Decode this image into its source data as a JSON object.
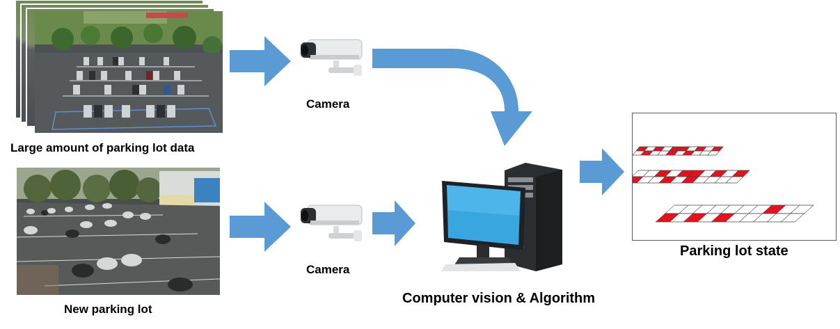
{
  "labels": {
    "training_data": "Large amount of parking lot data",
    "new_lot": "New parking lot",
    "camera_top": "Camera",
    "camera_bottom": "Camera",
    "computer": "Computer vision & Algorithm",
    "state": "Parking lot state"
  },
  "icons": {
    "camera": "security-camera-icon",
    "computer": "desktop-computer-icon",
    "arrow": "flow-arrow-icon"
  },
  "colors": {
    "arrow_fill": "#5B9BD5",
    "occupied": "#E8101C",
    "free": "#FFFFFF",
    "screen": "#3AA6E0"
  }
}
